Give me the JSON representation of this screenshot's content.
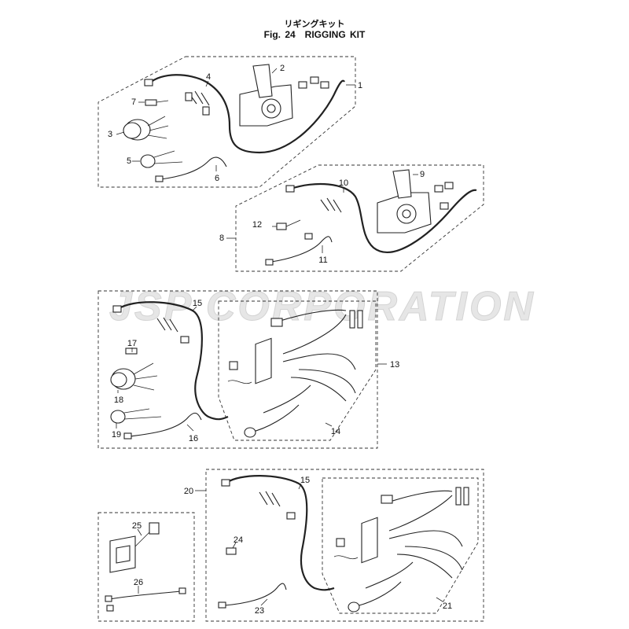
{
  "title": {
    "japanese": "リギングキット",
    "fig_number": "Fig. 24",
    "name": "RIGGING KIT"
  },
  "watermark": "JSP CORPORATION",
  "callouts": [
    "1",
    "2",
    "3",
    "4",
    "5",
    "6",
    "7",
    "8",
    "9",
    "10",
    "11",
    "12",
    "13",
    "14",
    "15",
    "16",
    "17",
    "18",
    "19",
    "20",
    "15",
    "21",
    "23",
    "24",
    "25",
    "26"
  ]
}
